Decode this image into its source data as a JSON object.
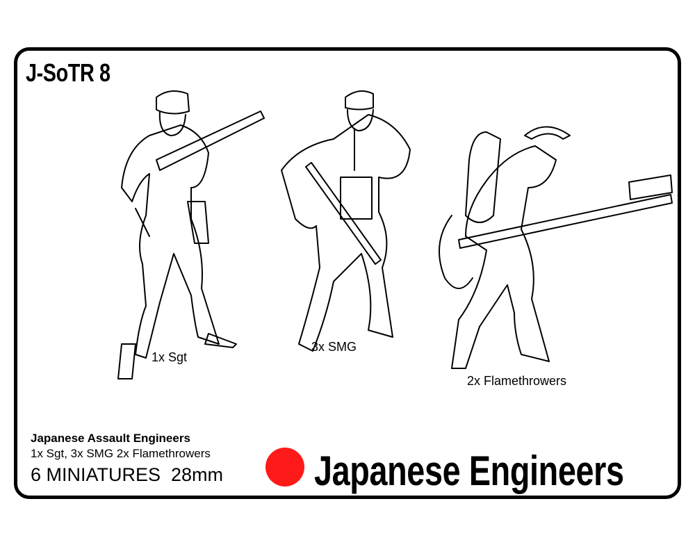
{
  "card": {
    "code": "J-SoTR 8",
    "figures": [
      {
        "label": "1x Sgt"
      },
      {
        "label": "3x SMG"
      },
      {
        "label": "2x Flamethrowers"
      }
    ],
    "subtitle": "Japanese Assault Engineers",
    "contents": "1x Sgt, 3x SMG 2x Flamethrowers",
    "count_scale": "6 MINIATURES  28mm",
    "title": "Japanese Engineers",
    "dot_color": "#ff1a1a"
  }
}
